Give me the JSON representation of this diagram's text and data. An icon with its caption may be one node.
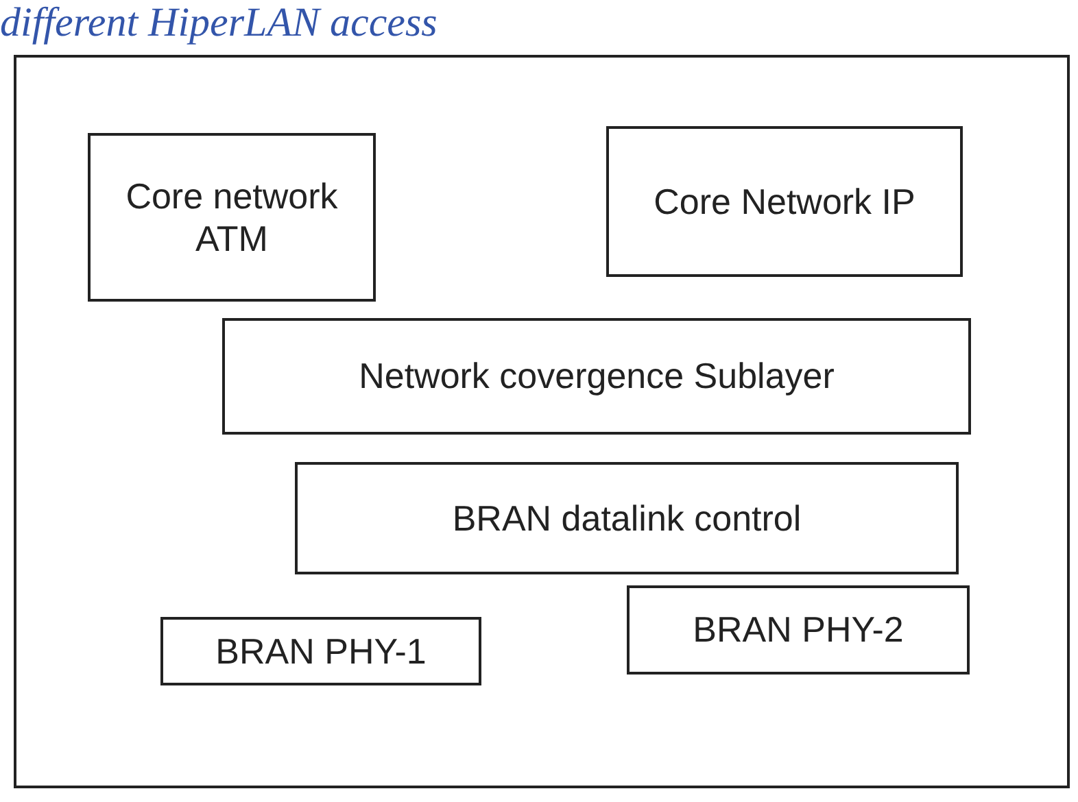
{
  "diagram": {
    "title": "different HiperLAN access",
    "nodes": [
      {
        "text": [],
        "shape": "box"
      },
      {
        "text": [
          "Core network ATM"
        ],
        "in": 0
      },
      {
        "text": [
          "Core Network IP"
        ],
        "in": 0
      },
      {
        "text": [
          "Network covergence Sublayer"
        ],
        "in": 0
      },
      {
        "text": [
          "BRAN datalink control"
        ],
        "in": 0
      },
      {
        "text": [
          "BRAN PHY-1"
        ],
        "in": 0
      },
      {
        "text": [
          "BRAN PHY-2"
        ],
        "in": 0
      }
    ]
  }
}
